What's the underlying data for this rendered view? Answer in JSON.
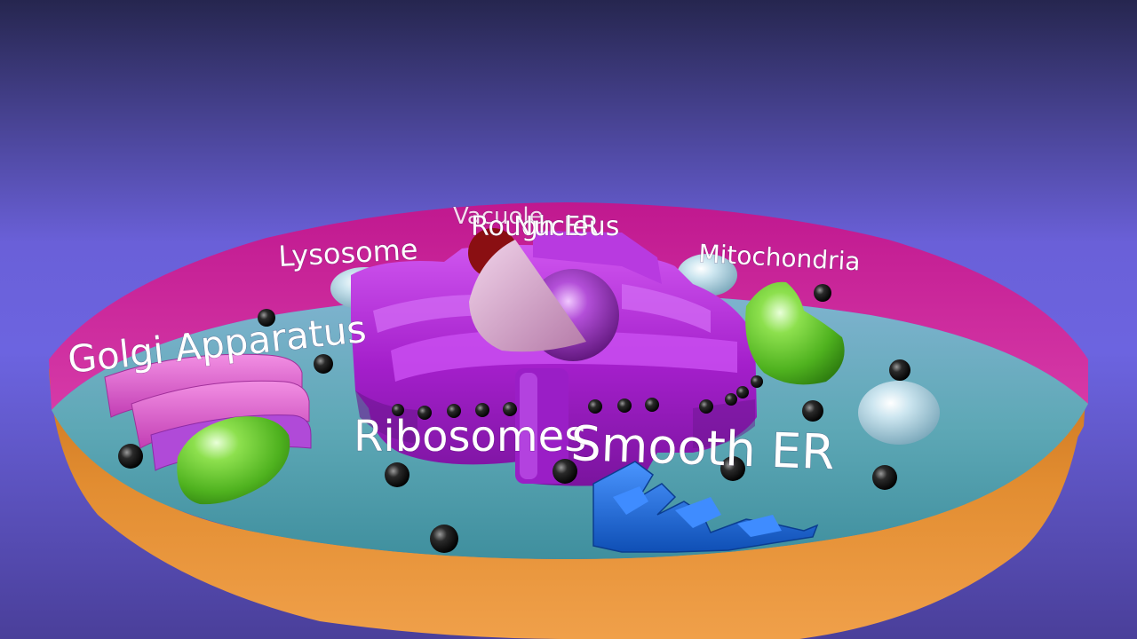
{
  "labels": {
    "vacuole": "Vacuole",
    "rough_er": "Rough ER",
    "nucleus": "Nucleus",
    "lysosome": "Lysosome",
    "mitochondria": "Mitochondria",
    "golgi": "Golgi Apparatus",
    "ribosomes": "Ribosomes",
    "smooth_er": "Smooth ER"
  },
  "colors": {
    "background_top": "#2b2b5a",
    "background_mid": "#6b63d6",
    "membrane_rim": "#b0168f",
    "cytoplasm": "#5aa7b3",
    "cell_shell": "#e08a2e",
    "rough_er": "#a01fc4",
    "nucleus": "#b54fd6",
    "nucleolus_cut": "#d9a3cf",
    "vacuole": "#8a0f12",
    "golgi": "#e25cd1",
    "mitochondria": "#66c733",
    "lysosome": "#9fc9d9",
    "smooth_er": "#1f6ad6",
    "ribosome": "#111111"
  }
}
